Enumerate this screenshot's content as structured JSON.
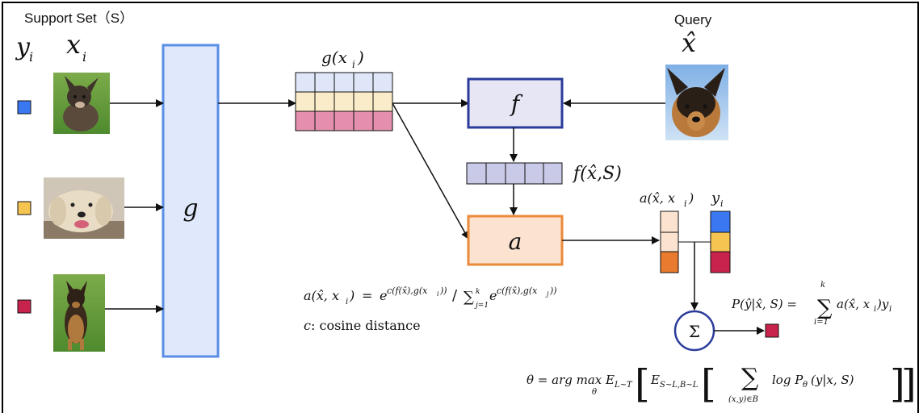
{
  "support_set_label": "Support Set（S）",
  "query_label": "Query",
  "col_yi": "y",
  "col_yi_sub": "i",
  "col_xi": "x",
  "col_xi_sub": "i",
  "query_xhat": "x̂",
  "g_label": "g",
  "f_label": "f",
  "a_label": "a",
  "sum_label": "Σ",
  "gx_label": "g(x",
  "gx_sub": "i",
  "gx_close": ")",
  "fxs_label": "f(x̂,S)",
  "a_xhat_label": "a(x̂, x",
  "a_xhat_sub": "i",
  "a_xhat_close": ")",
  "yi_right": "y",
  "yi_right_sub": "i",
  "formula_attention": "a(x̂, xᵢ) = e^{c(f(x̂), g(xᵢ))} / Σ_{j=1}^{k} e^{c(f(x̂), g(xⱼ))}",
  "cosine_note": "c: cosine distance",
  "formula_prob": "P(ŷ|x̂, S) = Σ_{i=1}^{k} a(x̂, xᵢ) yᵢ",
  "formula_theta": "θ = arg max_θ E_{L∼T} [ E_{S∼L,B∼L} [ Σ_{(x,y)∈B} log P_θ(y|x, S) ] ]",
  "colors": {
    "blue": "#3a78f2",
    "yellow": "#f5c451",
    "red": "#c8234d",
    "g_border": "#5a8ee6",
    "g_fill": "#dfe9fb",
    "f_border": "#2b3b9a",
    "f_fill": "#e6e6f4",
    "a_border": "#ea8a3a",
    "a_fill": "#fbe3d0",
    "vec_f_fill": "#c9c9e8",
    "row_blue": "#dfe6f8",
    "row_yellow": "#fbecc9",
    "row_pink": "#e48fae",
    "att_light": "#fbe3d0",
    "att_dark": "#e87b2e"
  }
}
